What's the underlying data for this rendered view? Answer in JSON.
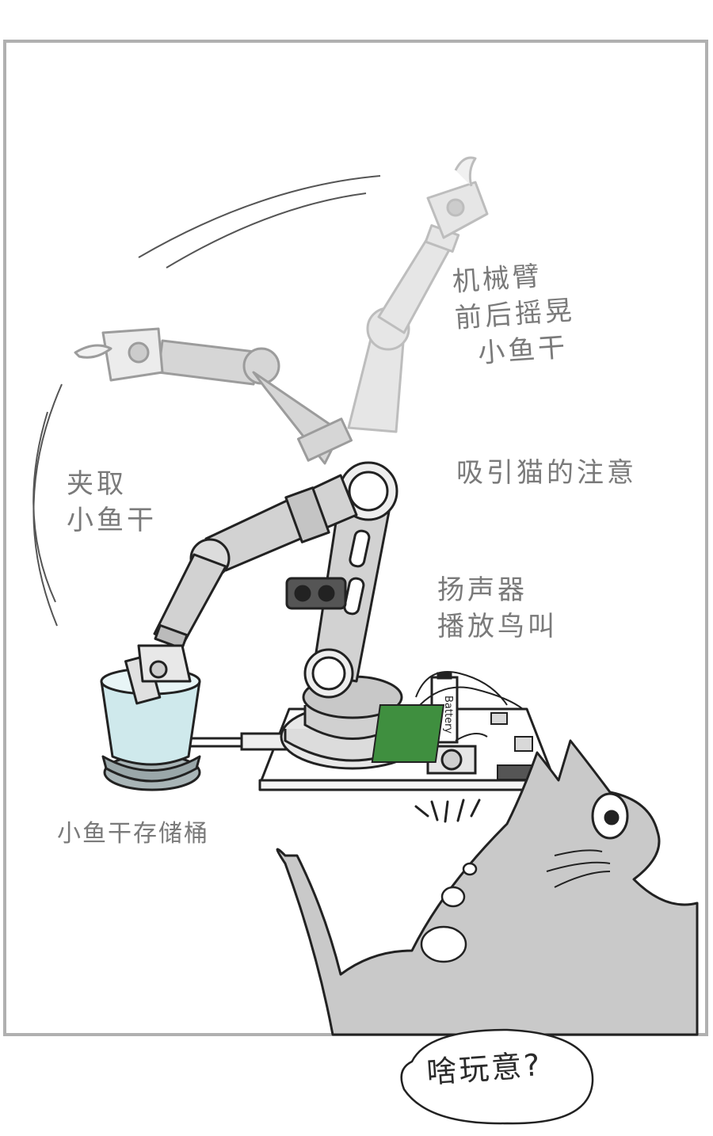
{
  "labels": {
    "arm_swing": [
      "机械臂",
      "前后摇晃",
      "小鱼干"
    ],
    "attract": "吸引猫的注意",
    "grab": [
      "夹取",
      "小鱼干"
    ],
    "speaker": [
      "扬声器",
      "播放鸟叫"
    ],
    "bucket": "小鱼干存储桶",
    "battery": "Battery",
    "cat_speech": "啥玩意?"
  },
  "colors": {
    "frame": "#b0b0b0",
    "line": "#222222",
    "arm": "#d2d2d2",
    "arm_ghost": "#e4e4e4",
    "cat": "#c9c9c9",
    "bucket": "#cfe9ec",
    "bucket_base": "#a9b5b7",
    "board": "#3f8f3f",
    "label": "#7a7a7a"
  }
}
